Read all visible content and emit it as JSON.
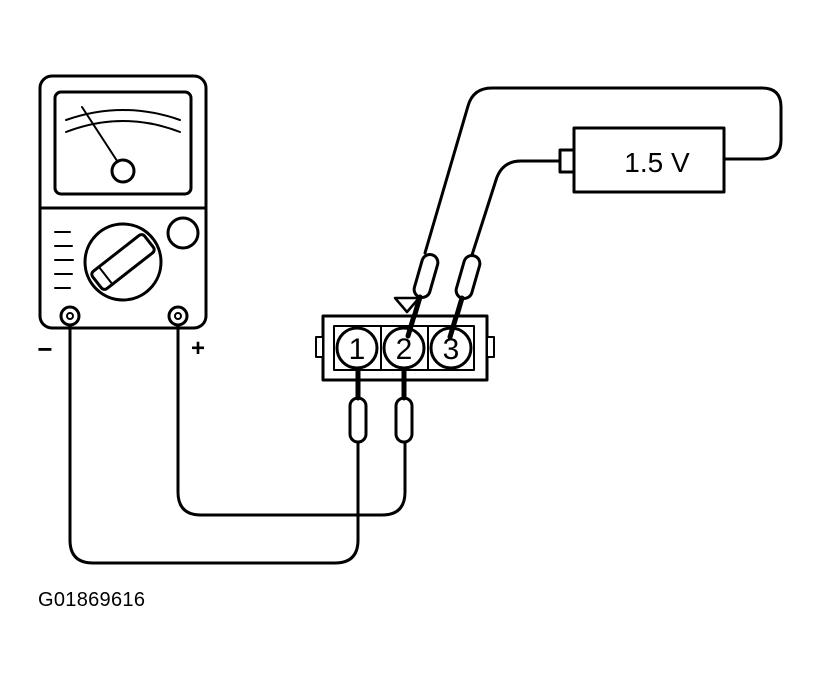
{
  "battery": {
    "label": "1.5 V"
  },
  "meter": {
    "negative_label": "−",
    "positive_label": "+"
  },
  "connector": {
    "pins": [
      "1",
      "2",
      "3"
    ]
  },
  "figure_code": "G01869616",
  "colors": {
    "ink": "#000000",
    "background": "#ffffff"
  }
}
